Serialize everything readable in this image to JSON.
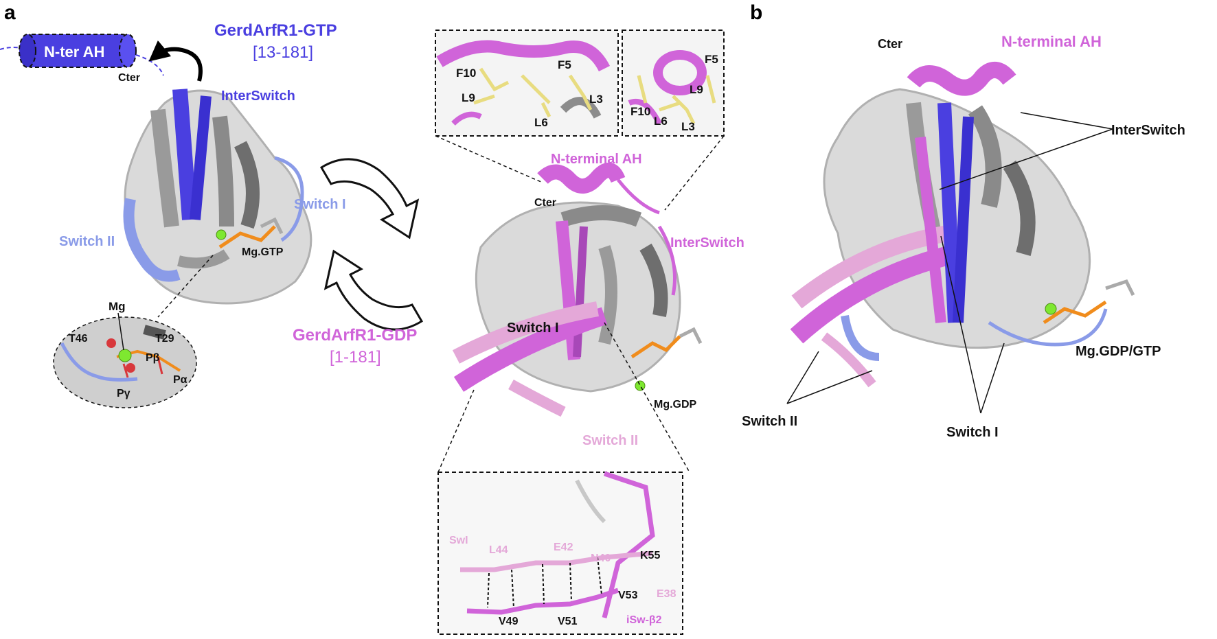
{
  "panels": {
    "a": "a",
    "b": "b"
  },
  "colors": {
    "gtp_blue": "#4a3fe0",
    "switch_blue": "#8a9be8",
    "gdp_magenta": "#d064d9",
    "switch_pink": "#e4a8d8",
    "gray": "#8c8c8c",
    "dark_gray": "#555555",
    "yellow_stick": "#e8dc80",
    "mg_green": "#7ee830",
    "water_red": "#d8383c",
    "phosphate_orange": "#f08c1c"
  },
  "gtp": {
    "title": "GerdArfR1-GTP",
    "range": "[13-181]",
    "nter": "N-ter AH",
    "cter": "Cter",
    "interswitch": "InterSwitch",
    "switch1": "Switch I",
    "switch2": "Switch II",
    "nucleotide": "Mg.GTP"
  },
  "inset_mg": {
    "mg": "Mg",
    "t46": "T46",
    "t29": "T29",
    "pb": "Pβ",
    "pa": "Pα",
    "pg": "Pγ"
  },
  "gdp": {
    "title": "GerdArfR1-GDP",
    "range": "[1-181]",
    "nterm": "N-terminal AH",
    "cter": "Cter",
    "interswitch": "InterSwitch",
    "switch1": "Switch I",
    "switch2": "Switch II",
    "nucleotide": "Mg.GDP"
  },
  "inset_ah1": {
    "f10": "F10",
    "f5": "F5",
    "l9": "L9",
    "l6": "L6",
    "l3": "L3"
  },
  "inset_ah2": {
    "f5": "F5",
    "l9": "L9",
    "f10": "F10",
    "l6": "L6",
    "l3": "L3"
  },
  "inset_sheet": {
    "swi": "SwI",
    "l44": "L44",
    "e42": "E42",
    "n40": "N40",
    "k55": "K55",
    "v53": "V53",
    "e38": "E38",
    "v49": "V49",
    "v51": "V51",
    "isw": "iSw-β2"
  },
  "overlay": {
    "cter": "Cter",
    "nterm": "N-terminal AH",
    "interswitch": "InterSwitch",
    "switch2": "Switch II",
    "switch1": "Switch I",
    "nucleotide": "Mg.GDP/GTP"
  }
}
